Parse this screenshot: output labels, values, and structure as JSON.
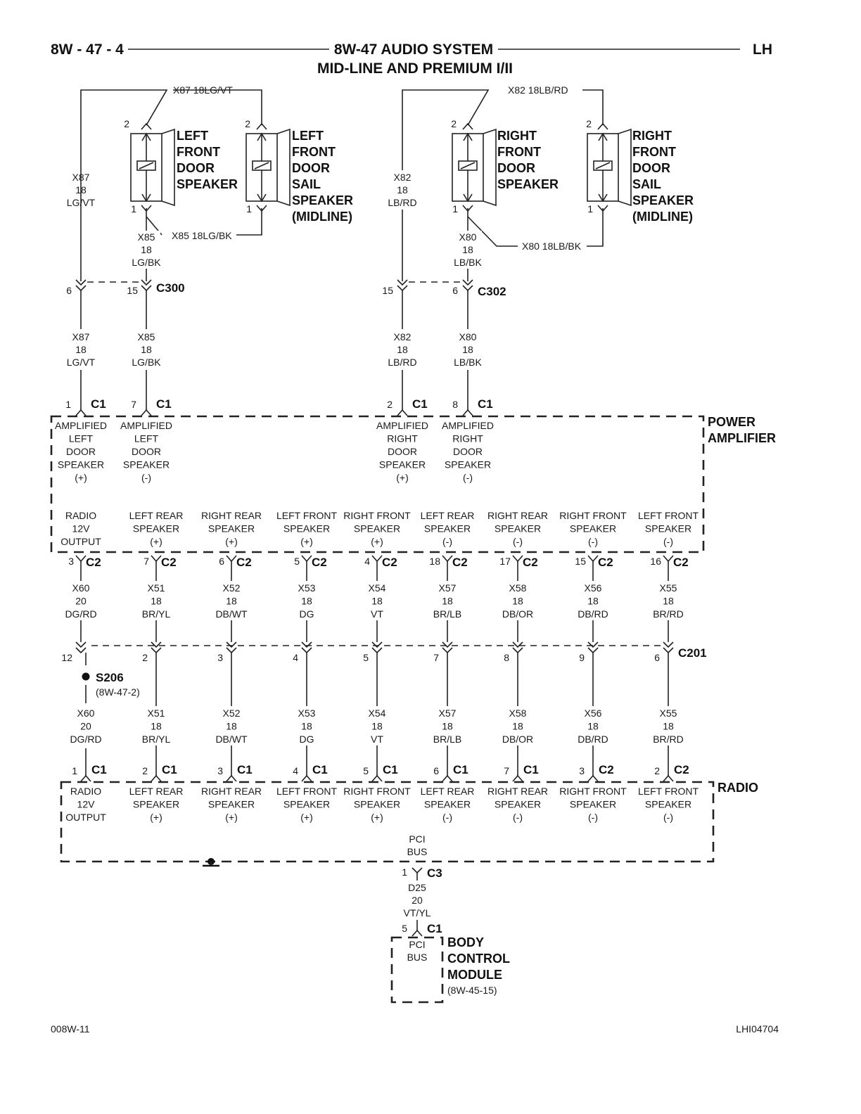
{
  "header": {
    "page_ref": "8W - 47 - 4",
    "title": "8W-47 AUDIO SYSTEM",
    "subtitle": "MID-LINE AND PREMIUM I/II",
    "side": "LH"
  },
  "speakers": {
    "lf_door": [
      "LEFT",
      "FRONT",
      "DOOR",
      "SPEAKER"
    ],
    "lf_sail": [
      "LEFT",
      "FRONT",
      "DOOR",
      "SAIL",
      "SPEAKER",
      "(MIDLINE)"
    ],
    "rf_door": [
      "RIGHT",
      "FRONT",
      "DOOR",
      "SPEAKER"
    ],
    "rf_sail": [
      "RIGHT",
      "FRONT",
      "DOOR",
      "SAIL",
      "SPEAKER",
      "(MIDLINE)"
    ],
    "pin_top": "2",
    "pin_bottom": "1"
  },
  "wires_top": {
    "x87_label": "X87  18LG/VT",
    "x85_label": "X85  18LG/BK",
    "x82_label": "X82  18LB/RD",
    "x80_label": "X80  18LB/BK",
    "x87": [
      "X87",
      "18",
      "LG/VT"
    ],
    "x85": [
      "X85",
      "18",
      "LG/BK"
    ],
    "x82": [
      "X82",
      "18",
      "LB/RD"
    ],
    "x80": [
      "X80",
      "18",
      "LB/BK"
    ]
  },
  "connectors_top": {
    "c300": "C300",
    "c300_pin_a": "6",
    "c300_pin_b": "15",
    "c302": "C302",
    "c302_pin_a": "15",
    "c302_pin_b": "6"
  },
  "amp_inputs": [
    {
      "pin": "1",
      "conn": "C1",
      "label": [
        "AMPLIFIED",
        "LEFT",
        "DOOR",
        "SPEAKER",
        "(+)"
      ]
    },
    {
      "pin": "7",
      "conn": "C1",
      "label": [
        "AMPLIFIED",
        "LEFT",
        "DOOR",
        "SPEAKER",
        "(-)"
      ]
    },
    {
      "pin": "2",
      "conn": "C1",
      "label": [
        "AMPLIFIED",
        "RIGHT",
        "DOOR",
        "SPEAKER",
        "(+)"
      ]
    },
    {
      "pin": "8",
      "conn": "C1",
      "label": [
        "AMPLIFIED",
        "RIGHT",
        "DOOR",
        "SPEAKER",
        "(-)"
      ]
    }
  ],
  "amplifier": {
    "name": [
      "POWER",
      "AMPLIFIER"
    ],
    "outputs": [
      {
        "label": [
          "RADIO",
          "12V",
          "OUTPUT"
        ],
        "pin": "3",
        "conn": "C2"
      },
      {
        "label": [
          "LEFT REAR",
          "SPEAKER",
          "(+)"
        ],
        "pin": "7",
        "conn": "C2"
      },
      {
        "label": [
          "RIGHT REAR",
          "SPEAKER",
          "(+)"
        ],
        "pin": "6",
        "conn": "C2"
      },
      {
        "label": [
          "LEFT FRONT",
          "SPEAKER",
          "(+)"
        ],
        "pin": "5",
        "conn": "C2"
      },
      {
        "label": [
          "RIGHT FRONT",
          "SPEAKER",
          "(+)"
        ],
        "pin": "4",
        "conn": "C2"
      },
      {
        "label": [
          "LEFT REAR",
          "SPEAKER",
          "(-)"
        ],
        "pin": "18",
        "conn": "C2"
      },
      {
        "label": [
          "RIGHT REAR",
          "SPEAKER",
          "(-)"
        ],
        "pin": "17",
        "conn": "C2"
      },
      {
        "label": [
          "RIGHT FRONT",
          "SPEAKER",
          "(-)"
        ],
        "pin": "15",
        "conn": "C2"
      },
      {
        "label": [
          "LEFT FRONT",
          "SPEAKER",
          "(-)"
        ],
        "pin": "16",
        "conn": "C2"
      }
    ]
  },
  "wires_mid": [
    [
      "X60",
      "20",
      "DG/RD"
    ],
    [
      "X51",
      "18",
      "BR/YL"
    ],
    [
      "X52",
      "18",
      "DB/WT"
    ],
    [
      "X53",
      "18",
      "DG"
    ],
    [
      "X54",
      "18",
      "VT"
    ],
    [
      "X57",
      "18",
      "BR/LB"
    ],
    [
      "X58",
      "18",
      "DB/OR"
    ],
    [
      "X56",
      "18",
      "DB/RD"
    ],
    [
      "X55",
      "18",
      "BR/RD"
    ]
  ],
  "c201": {
    "name": "C201",
    "pins": [
      "12",
      "2",
      "3",
      "4",
      "5",
      "7",
      "8",
      "9",
      "6"
    ]
  },
  "splice": {
    "name": "S206",
    "ref": "(8W-47-2)"
  },
  "radio_inputs": [
    {
      "pin": "1",
      "conn": "C1"
    },
    {
      "pin": "2",
      "conn": "C1"
    },
    {
      "pin": "3",
      "conn": "C1"
    },
    {
      "pin": "4",
      "conn": "C1"
    },
    {
      "pin": "5",
      "conn": "C1"
    },
    {
      "pin": "6",
      "conn": "C1"
    },
    {
      "pin": "7",
      "conn": "C1"
    },
    {
      "pin": "3",
      "conn": "C2"
    },
    {
      "pin": "2",
      "conn": "C2"
    }
  ],
  "radio": {
    "name": "RADIO",
    "labels": [
      [
        "RADIO",
        "12V",
        "OUTPUT"
      ],
      [
        "LEFT REAR",
        "SPEAKER",
        "(+)"
      ],
      [
        "RIGHT REAR",
        "SPEAKER",
        "(+)"
      ],
      [
        "LEFT FRONT",
        "SPEAKER",
        "(+)"
      ],
      [
        "RIGHT FRONT",
        "SPEAKER",
        "(+)"
      ],
      [
        "LEFT REAR",
        "SPEAKER",
        "(-)"
      ],
      [
        "RIGHT REAR",
        "SPEAKER",
        "(-)"
      ],
      [
        "RIGHT FRONT",
        "SPEAKER",
        "(-)"
      ],
      [
        "LEFT FRONT",
        "SPEAKER",
        "(-)"
      ]
    ],
    "pci": [
      "PCI",
      "BUS"
    ],
    "pci_pin": "1",
    "pci_conn": "C3"
  },
  "d25": [
    "D25",
    "20",
    "VT/YL"
  ],
  "bcm": {
    "pin": "5",
    "conn": "C1",
    "pci": [
      "PCI",
      "BUS"
    ],
    "name": [
      "BODY",
      "CONTROL",
      "MODULE"
    ],
    "ref": "(8W-45-15)"
  },
  "footer": {
    "left": "008W-11",
    "right": "LHI04704"
  }
}
